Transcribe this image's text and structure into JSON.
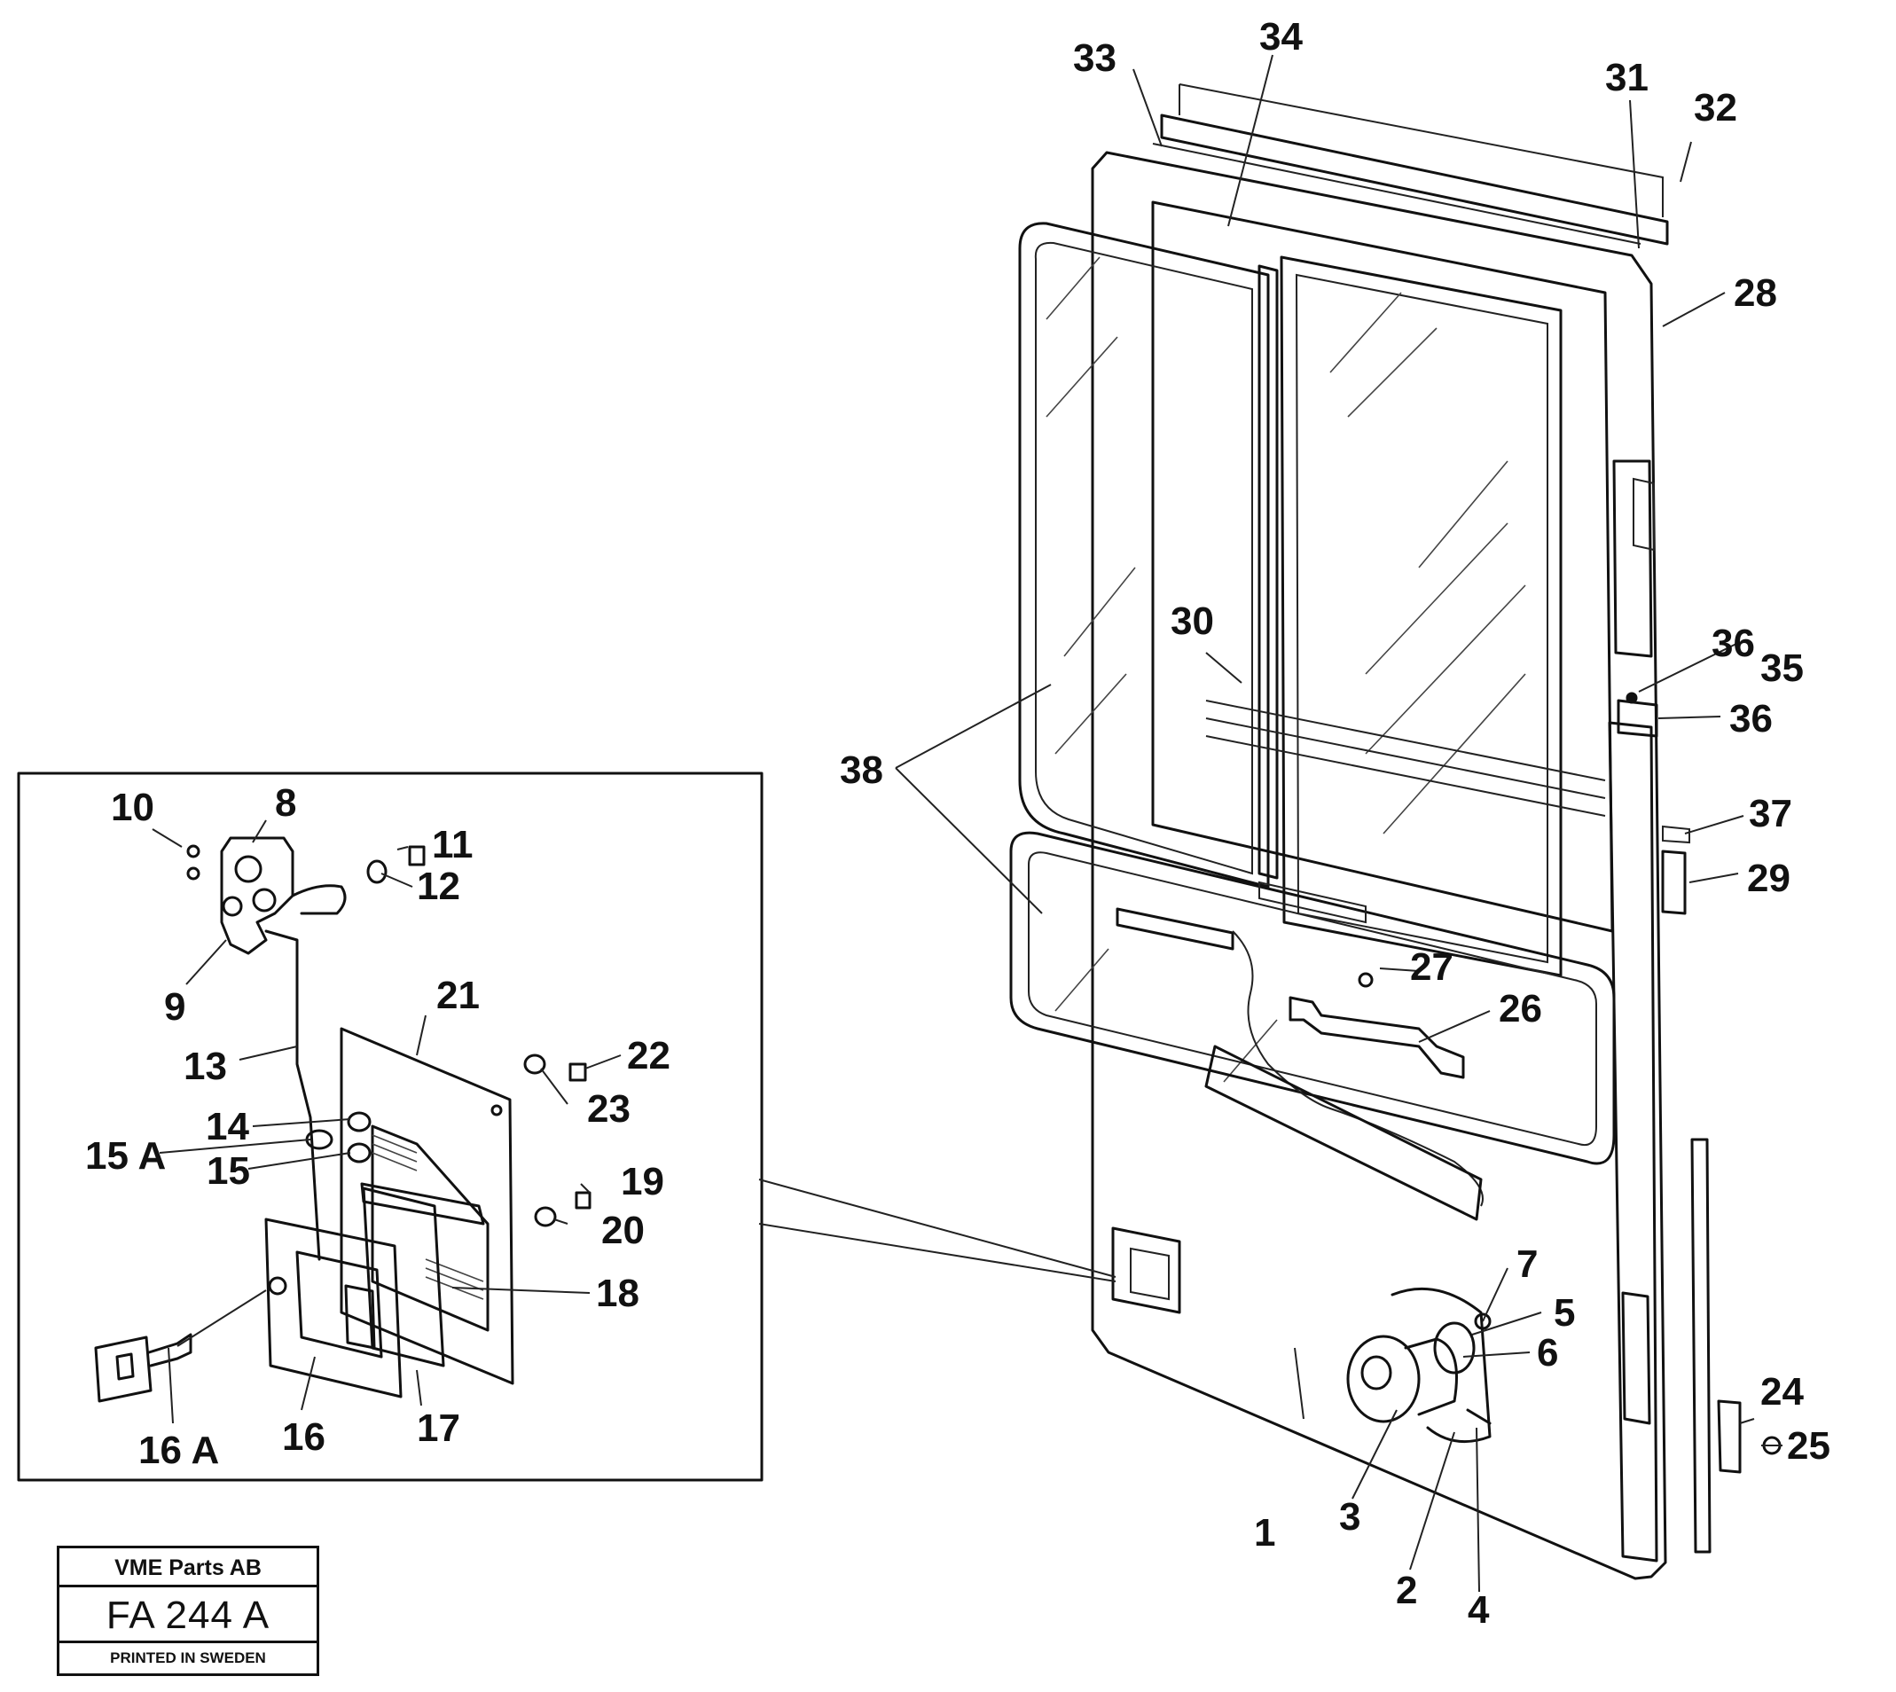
{
  "diagram": {
    "callouts": [
      {
        "id": "p1",
        "label": "1"
      },
      {
        "id": "p2",
        "label": "2"
      },
      {
        "id": "p3",
        "label": "3"
      },
      {
        "id": "p4",
        "label": "4"
      },
      {
        "id": "p5",
        "label": "5"
      },
      {
        "id": "p6",
        "label": "6"
      },
      {
        "id": "p7",
        "label": "7"
      },
      {
        "id": "p8",
        "label": "8"
      },
      {
        "id": "p9",
        "label": "9"
      },
      {
        "id": "p10",
        "label": "10"
      },
      {
        "id": "p11",
        "label": "11"
      },
      {
        "id": "p12",
        "label": "12"
      },
      {
        "id": "p13",
        "label": "13"
      },
      {
        "id": "p14",
        "label": "14"
      },
      {
        "id": "p15",
        "label": "15"
      },
      {
        "id": "p15a",
        "label": "15 A"
      },
      {
        "id": "p16",
        "label": "16"
      },
      {
        "id": "p16a",
        "label": "16 A"
      },
      {
        "id": "p17",
        "label": "17"
      },
      {
        "id": "p18",
        "label": "18"
      },
      {
        "id": "p19",
        "label": "19"
      },
      {
        "id": "p20",
        "label": "20"
      },
      {
        "id": "p21",
        "label": "21"
      },
      {
        "id": "p22",
        "label": "22"
      },
      {
        "id": "p23",
        "label": "23"
      },
      {
        "id": "p24",
        "label": "24"
      },
      {
        "id": "p25",
        "label": "25"
      },
      {
        "id": "p26",
        "label": "26"
      },
      {
        "id": "p27",
        "label": "27"
      },
      {
        "id": "p28",
        "label": "28"
      },
      {
        "id": "p29",
        "label": "29"
      },
      {
        "id": "p30",
        "label": "30"
      },
      {
        "id": "p31",
        "label": "31"
      },
      {
        "id": "p32",
        "label": "32"
      },
      {
        "id": "p33",
        "label": "33"
      },
      {
        "id": "p34",
        "label": "34"
      },
      {
        "id": "p35",
        "label": "35"
      },
      {
        "id": "p36a",
        "label": "36"
      },
      {
        "id": "p36b",
        "label": "36"
      },
      {
        "id": "p37",
        "label": "37"
      },
      {
        "id": "p38",
        "label": "38"
      }
    ]
  },
  "title_block": {
    "company": "VME Parts AB",
    "drawing_code": "FA 244 A",
    "printed": "PRINTED IN SWEDEN"
  }
}
